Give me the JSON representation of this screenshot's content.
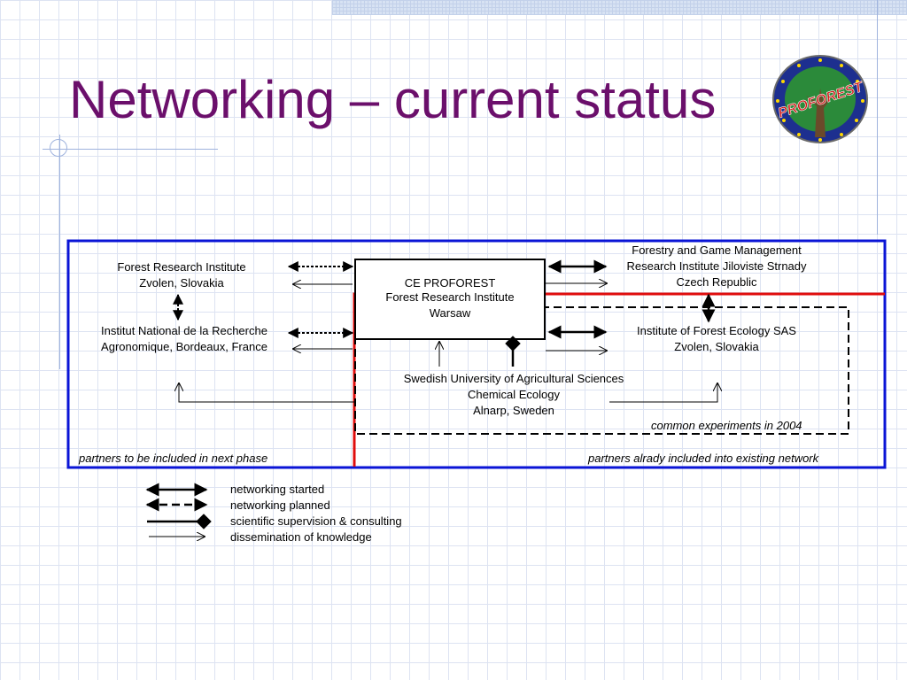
{
  "slide": {
    "title": "Networking – current status",
    "logo_text": "PROFOREST"
  },
  "nodes": {
    "fri_zvolen": {
      "line1": "Forest Research Institute",
      "line2": "Zvolen, Slovakia"
    },
    "inra": {
      "line1": "Institut National de la Recherche",
      "line2": "Agronomique, Bordeaux, France"
    },
    "ce_proforest": {
      "line1": "CE PROFOREST",
      "line2": "Forest Research Institute",
      "line3": "Warsaw"
    },
    "forestry_game": {
      "line1": "Forestry and Game Management",
      "line2": "Research Institute Jiloviste Strnady",
      "line3": "Czech Republic"
    },
    "ife_sas": {
      "line1": "Institute of Forest Ecology SAS",
      "line2": "Zvolen, Slovakia"
    },
    "slu": {
      "line1": "Swedish University of Agricultural Sciences",
      "line2": "Chemical Ecology",
      "line3": "Alnarp, Sweden"
    }
  },
  "region_labels": {
    "common_experiments": "common experiments in 2004",
    "next_phase": "partners to be included in next phase",
    "existing_network": "partners alrady included into existing network"
  },
  "legend": [
    {
      "icon": "double-arrow-solid",
      "label": "networking started"
    },
    {
      "icon": "double-arrow-dashed",
      "label": "networking planned"
    },
    {
      "icon": "line-diamond",
      "label": "scientific supervision & consulting"
    },
    {
      "icon": "thin-arrow",
      "label": "dissemination of knowledge"
    }
  ],
  "colors": {
    "title": "#6b0f6b",
    "outer_frame": "#0a14d6",
    "network_frame": "#e00d0d",
    "grid": "#dde3f2"
  }
}
